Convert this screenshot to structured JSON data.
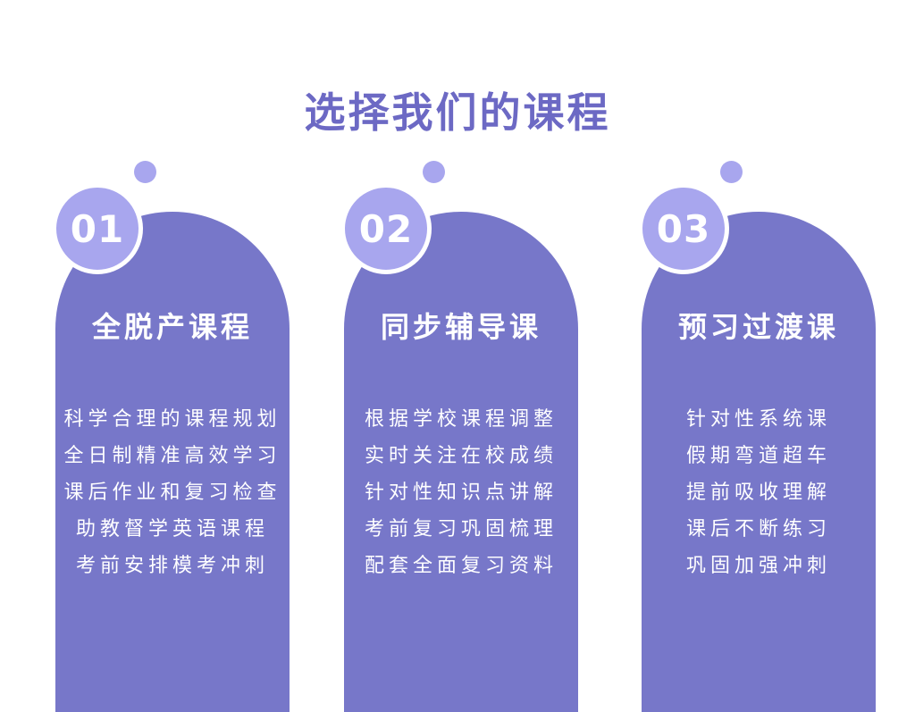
{
  "title": "选择我们的课程",
  "courses": [
    {
      "number": "01",
      "name": "全脱产课程",
      "features": [
        "科学合理的课程规划",
        "全日制精准高效学习",
        "课后作业和复习检查",
        "助教督学英语课程",
        "考前安排模考冲刺"
      ]
    },
    {
      "number": "02",
      "name": "同步辅导课",
      "features": [
        "根据学校课程调整",
        "实时关注在校成绩",
        "针对性知识点讲解",
        "考前复习巩固梳理",
        "配套全面复习资料"
      ]
    },
    {
      "number": "03",
      "name": "预习过渡课",
      "features": [
        "针对性系统课",
        "假期弯道超车",
        "提前吸收理解",
        "课后不断练习",
        "巩固加强冲刺"
      ]
    }
  ],
  "colors": {
    "title": "#6c69c4",
    "card": "#7777c9",
    "accent": "#a8a6ee",
    "text_on_card": "#ffffff"
  }
}
